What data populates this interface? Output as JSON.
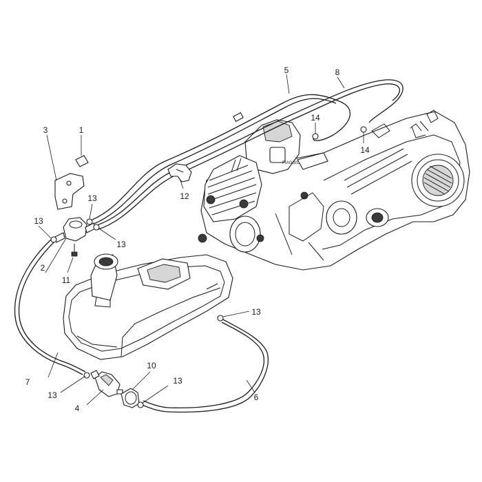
{
  "callouts": [
    {
      "id": "c1",
      "label": "1"
    },
    {
      "id": "c2",
      "label": "2"
    },
    {
      "id": "c3",
      "label": "3"
    },
    {
      "id": "c4",
      "label": "4"
    },
    {
      "id": "c5",
      "label": "5"
    },
    {
      "id": "c6",
      "label": "6"
    },
    {
      "id": "c7",
      "label": "7"
    },
    {
      "id": "c8",
      "label": "8"
    },
    {
      "id": "c10",
      "label": "10"
    },
    {
      "id": "c11",
      "label": "11"
    },
    {
      "id": "c12",
      "label": "12"
    },
    {
      "id": "c13a",
      "label": "13"
    },
    {
      "id": "c13b",
      "label": "13"
    },
    {
      "id": "c13c",
      "label": "13"
    },
    {
      "id": "c13d",
      "label": "13"
    },
    {
      "id": "c13e",
      "label": "13"
    },
    {
      "id": "c13f",
      "label": "13"
    },
    {
      "id": "c14a",
      "label": "14"
    },
    {
      "id": "c14b",
      "label": "14"
    }
  ]
}
